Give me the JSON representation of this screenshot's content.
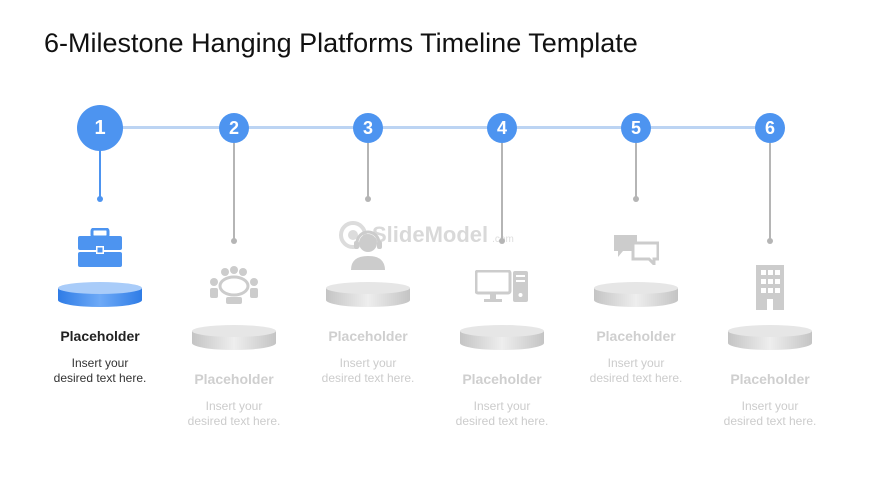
{
  "title": "6-Milestone Hanging Platforms Timeline Template",
  "watermark": {
    "text": "SlideModel",
    "suffix": ".com"
  },
  "colors": {
    "accent": "#4d94f0",
    "line": "#bcd4f3",
    "muted_icon": "#cccccc",
    "platform_gray": "#dcdcdc"
  },
  "milestones": [
    {
      "number": "1",
      "icon": "briefcase-icon",
      "title": "Placeholder",
      "text_line1": "Insert your",
      "text_line2": "desired text here."
    },
    {
      "number": "2",
      "icon": "meeting-table-icon",
      "title": "Placeholder",
      "text_line1": "Insert your",
      "text_line2": "desired text here."
    },
    {
      "number": "3",
      "icon": "support-agent-icon",
      "title": "Placeholder",
      "text_line1": "Insert your",
      "text_line2": "desired text here."
    },
    {
      "number": "4",
      "icon": "desktop-computer-icon",
      "title": "Placeholder",
      "text_line1": "Insert your",
      "text_line2": "desired text here."
    },
    {
      "number": "5",
      "icon": "chat-bubbles-icon",
      "title": "Placeholder",
      "text_line1": "Insert your",
      "text_line2": "desired text here."
    },
    {
      "number": "6",
      "icon": "office-building-icon",
      "title": "Placeholder",
      "text_line1": "Insert your",
      "text_line2": "desired text here."
    }
  ]
}
